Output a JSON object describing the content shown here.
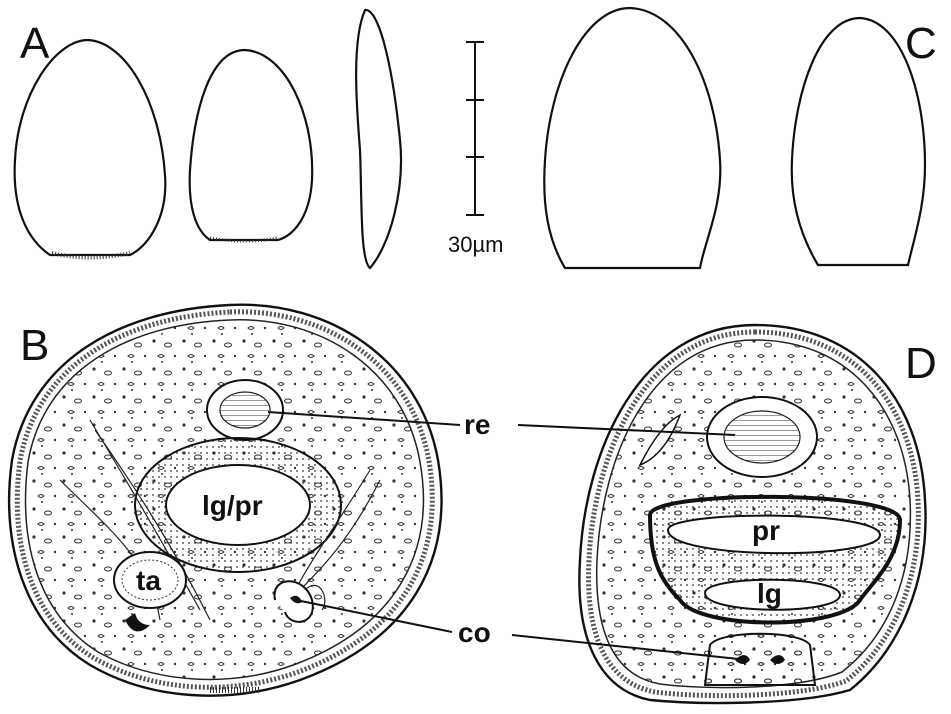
{
  "panels": {
    "a": "A",
    "b": "B",
    "c": "C",
    "d": "D"
  },
  "scale_bar": {
    "label": "30µm"
  },
  "labels": {
    "re": "re",
    "co": "co",
    "lg_pr": "lg/pr",
    "ta": "ta",
    "pr": "pr",
    "lg": "lg"
  },
  "colors": {
    "ink": "#111111",
    "paper": "#ffffff"
  }
}
